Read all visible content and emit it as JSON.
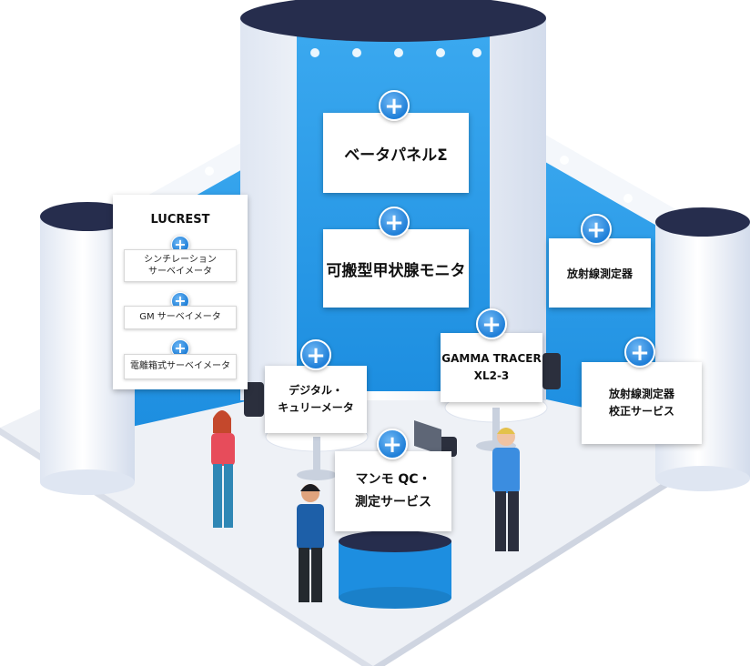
{
  "colors": {
    "accent": "#1f7fd8",
    "wall_blue": "#2a9be8",
    "column_top": "#262d4d",
    "floor": "#eef1f6"
  },
  "icons": {
    "hotspot": "plus-circle-icon"
  },
  "booth": {
    "center_top": "ベータパネルΣ",
    "center_bottom": "可搬型甲状腺モニタ",
    "lucrest": {
      "title": "LUCREST",
      "items": [
        "シンチレーション\nサーベイメータ",
        "GM サーベイメータ",
        "電離箱式サーベイメータ"
      ]
    },
    "digital": "デジタル・\nキュリーメータ",
    "gamma": "GAMMA TRACER\nXL2-3",
    "mammo": "マンモ QC・\n測定サービス",
    "rad_meter": "放射線測定器",
    "calib": "放射線測定器\n校正サービス",
    "hotspot_symbol": "+"
  }
}
